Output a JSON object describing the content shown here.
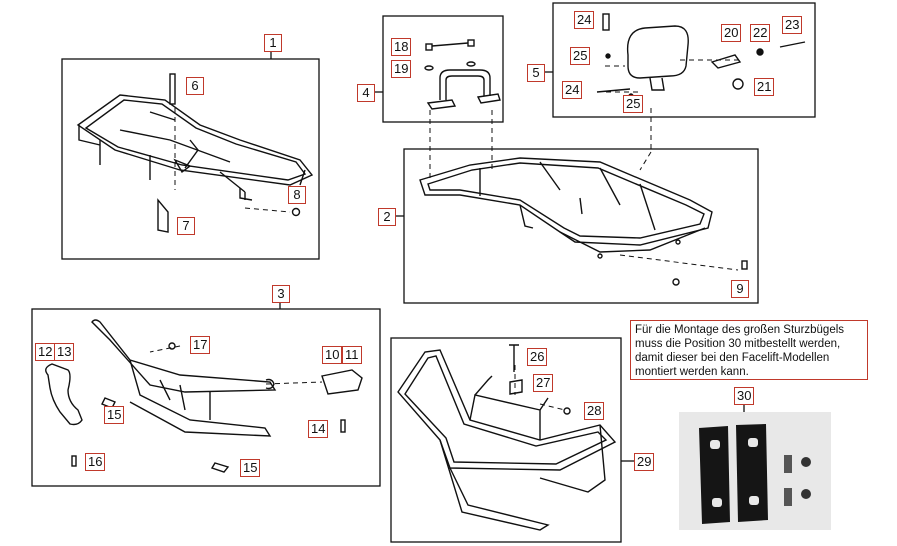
{
  "groups": {
    "g1": "1",
    "g2": "2",
    "g3": "3",
    "g4": "4",
    "g5": "5",
    "g29": "29",
    "g30": "30"
  },
  "parts": {
    "p6": "6",
    "p7": "7",
    "p8": "8",
    "p9": "9",
    "p10": "10",
    "p11": "11",
    "p12": "12",
    "p13": "13",
    "p14": "14",
    "p15a": "15",
    "p15b": "15",
    "p16": "16",
    "p17": "17",
    "p18": "18",
    "p19": "19",
    "p20": "20",
    "p21": "21",
    "p22": "22",
    "p23": "23",
    "p24a": "24",
    "p24b": "24",
    "p25a": "25",
    "p25b": "25",
    "p26": "26",
    "p27": "27",
    "p28": "28"
  },
  "note": {
    "line1": "Für die Montage des großen Sturzbügels",
    "line2": "muss die Position 30 mitbestellt werden,",
    "line3": "damit dieser bei den Facelift-Modellen",
    "line4": "montiert werden kann."
  }
}
